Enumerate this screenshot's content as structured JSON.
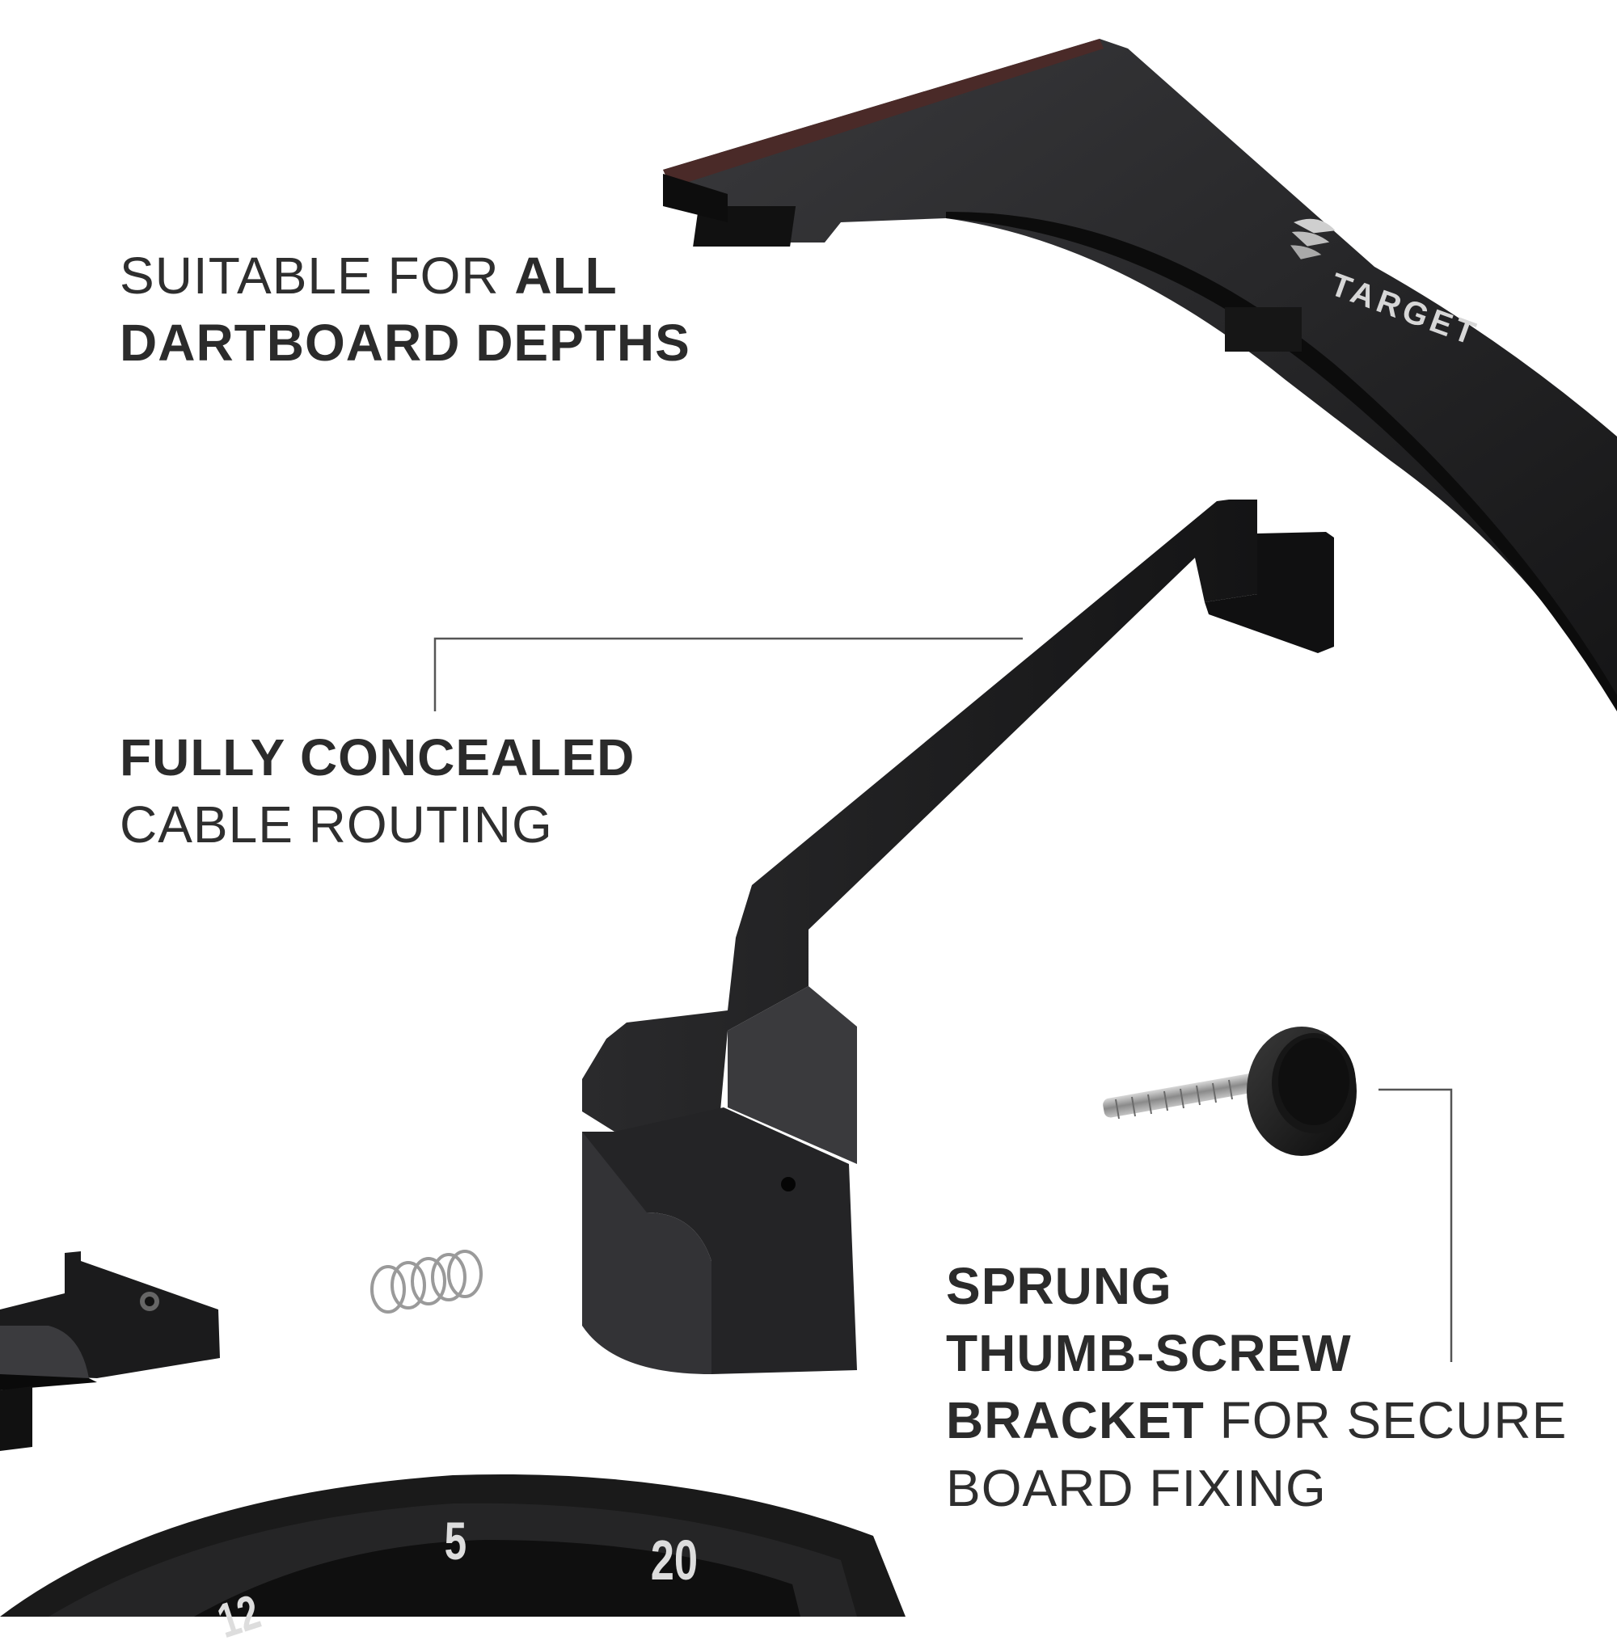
{
  "captions": {
    "depths": {
      "light": "SUITABLE FOR ",
      "bold": "ALL",
      "bold2": "DARTBOARD DEPTHS"
    },
    "cable": {
      "bold": "FULLY CONCEALED",
      "light": "CABLE ROUTING"
    },
    "bracket": {
      "bold1": "SPRUNG",
      "bold2": "THUMB-SCREW",
      "bold3": "BRACKET",
      "light1": " FOR SECURE",
      "light2": "BOARD FIXING"
    }
  },
  "brand": {
    "logo_text": "TARGET"
  },
  "dartboard": {
    "numbers": [
      "5",
      "20",
      "12"
    ]
  },
  "colors": {
    "metal": "#1c1c1e",
    "metal_light": "#4a4a4e",
    "leader_line": "#555555",
    "text": "#2b2b2b"
  }
}
